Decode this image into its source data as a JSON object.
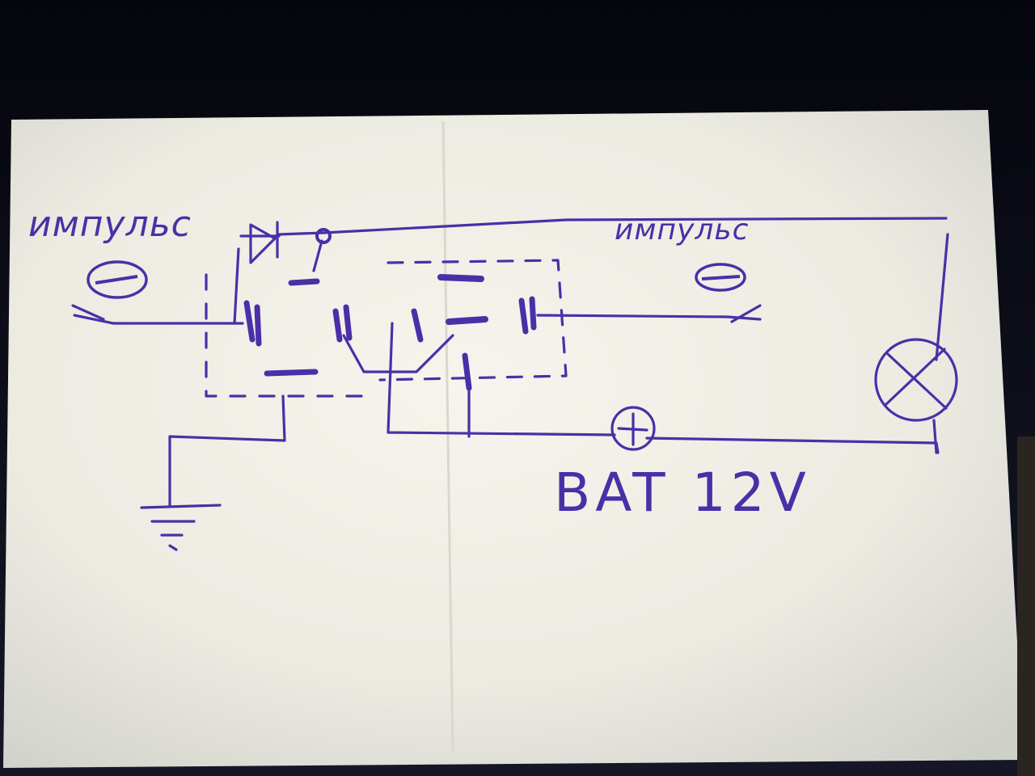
{
  "photo": {
    "subject": "hand-drawn circuit sketch on paper",
    "ink_color": "#4a2fa8",
    "paper_color": "#f1efe6",
    "background_color": "#0c0d16"
  },
  "labels": {
    "pulse_left": "импульс",
    "pulse_right": "импульс",
    "minus_left": "⊖",
    "minus_right": "⊖",
    "plus_battery": "⊕",
    "battery": "BAT 12V"
  }
}
